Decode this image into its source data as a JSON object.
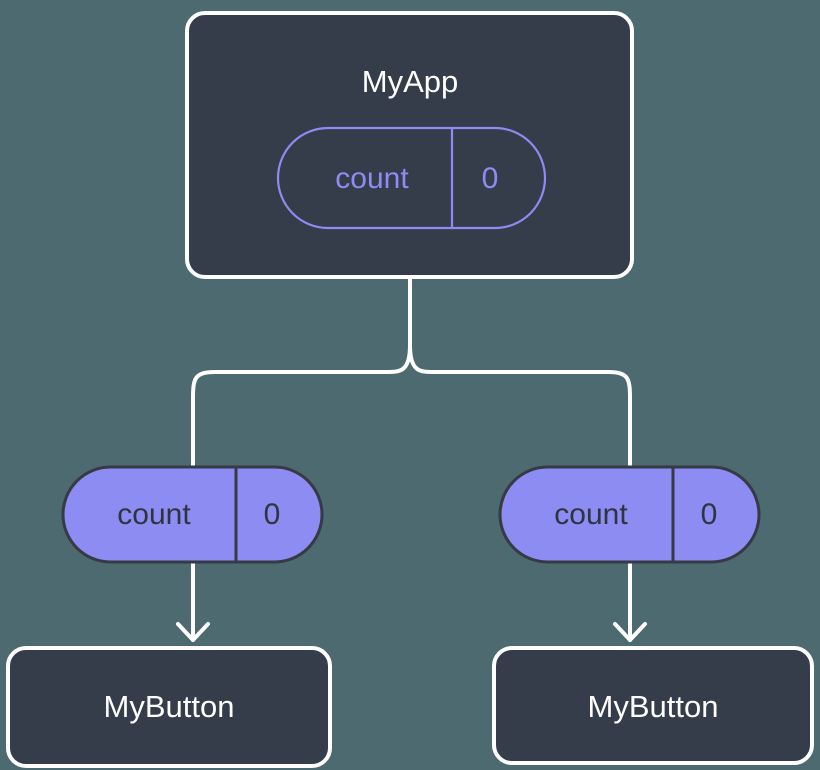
{
  "diagram": {
    "title_semantic": "component-state-propagation-tree",
    "background_color": "#4c6a70",
    "node_fill": "#353c4a",
    "node_border": "#ffffff",
    "accent_purple": "#8c8cf2",
    "dark_text": "#2f3440",
    "light_text": "#ffffff"
  },
  "root": {
    "label": "MyApp",
    "state": {
      "key": "count",
      "value": "0",
      "style": "outlined"
    }
  },
  "branches": [
    {
      "side": "left",
      "prop": {
        "key": "count",
        "value": "0",
        "style": "filled"
      },
      "child": {
        "label": "MyButton"
      }
    },
    {
      "side": "right",
      "prop": {
        "key": "count",
        "value": "0",
        "style": "filled"
      },
      "child": {
        "label": "MyButton"
      }
    }
  ]
}
